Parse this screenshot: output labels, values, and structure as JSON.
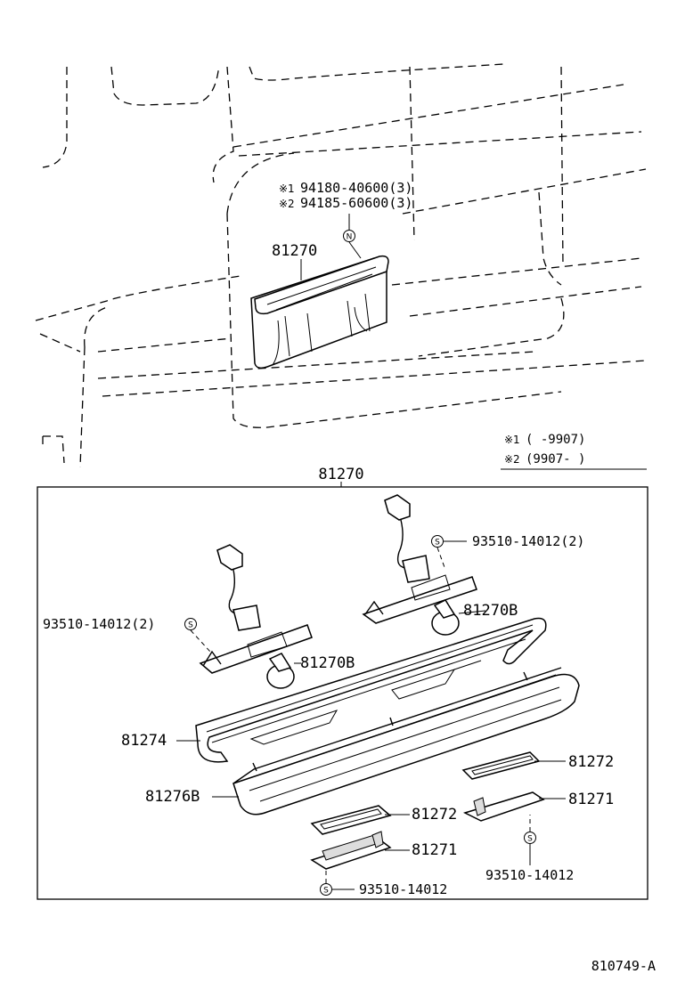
{
  "top_callouts": {
    "note1_mark": "※1",
    "note1_part": "94180-40600(3)",
    "note2_mark": "※2",
    "note2_part": "94185-60600(3)",
    "nut_symbol": "N",
    "assembly_ref": "81270"
  },
  "legend": {
    "row1_mark": "※1",
    "row1_range": "(     -9907)",
    "row2_mark": "※2",
    "row2_range": "(9907-     )"
  },
  "exploded_view": {
    "frame_title": "81270",
    "screw_symbol": "S",
    "labels": {
      "screw_upper_right": "93510-14012(2)",
      "screw_upper_left": "93510-14012(2)",
      "bulb_right": "81270B",
      "bulb_left": "81270B",
      "lens": "81274",
      "housing": "81276B",
      "gasket_right": "81272",
      "socket_right": "81271",
      "gasket_left": "81272",
      "socket_left": "81271",
      "screw_bottom_right": "93510-14012",
      "screw_bottom_left": "93510-14012"
    }
  },
  "figure_id": "810749-A"
}
